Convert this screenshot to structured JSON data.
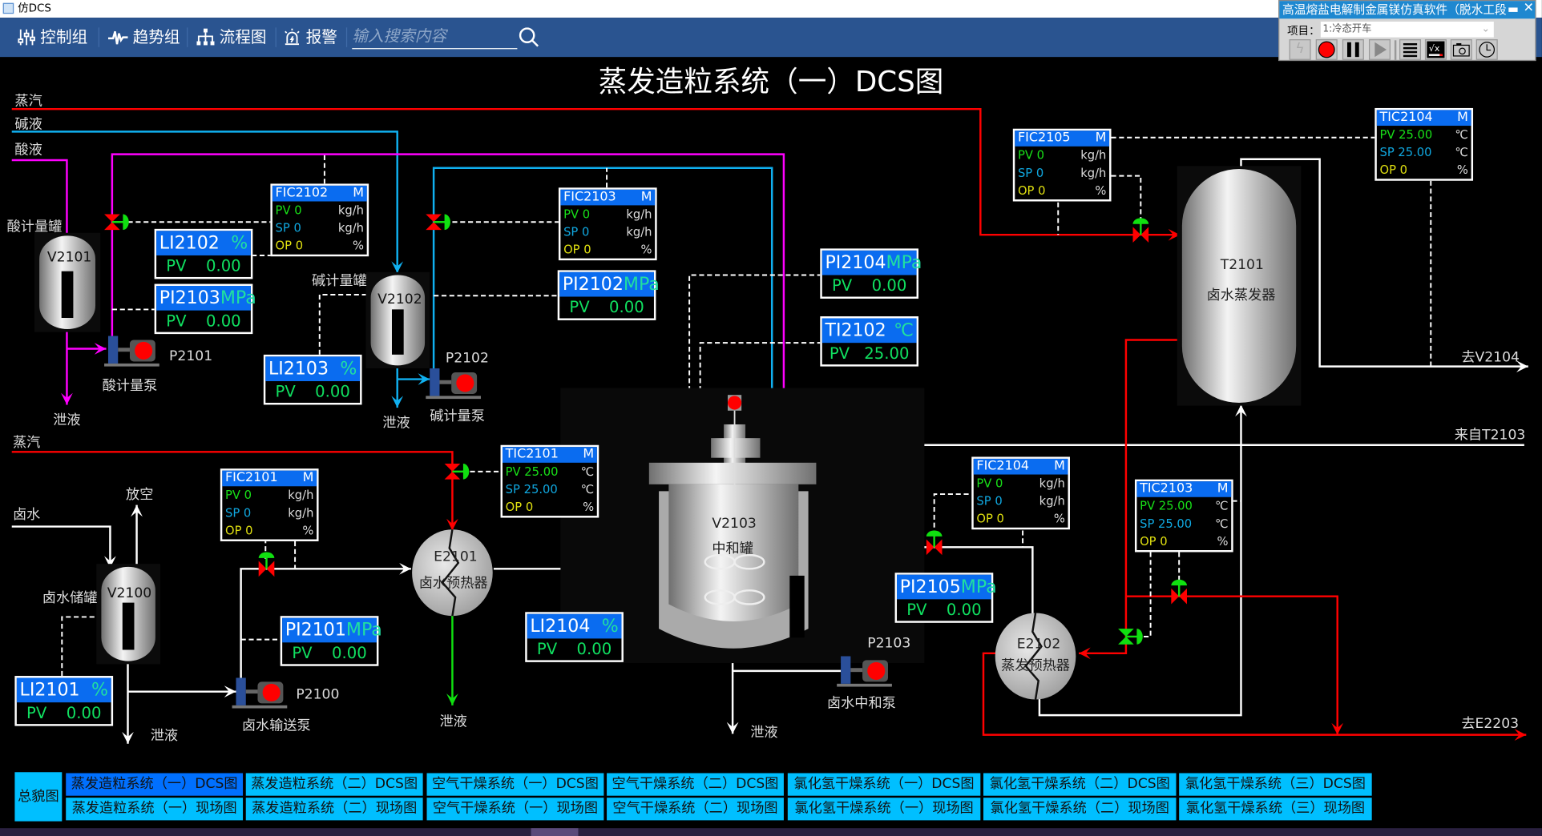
{
  "window": {
    "title": "仿DCS"
  },
  "toolbar": {
    "items": [
      {
        "label": "控制组",
        "icon": "sliders-icon"
      },
      {
        "label": "趋势组",
        "icon": "trend-icon"
      },
      {
        "label": "流程图",
        "icon": "flowchart-icon"
      },
      {
        "label": "报警",
        "icon": "alarm-icon"
      }
    ],
    "search_placeholder": "输入搜索内容"
  },
  "panel": {
    "title": "高温熔盐电解制金属镁仿真软件（脱水工段",
    "project_label": "项目：",
    "project_value": "1:冷态开车",
    "buttons": [
      "lightning",
      "record",
      "pause",
      "play",
      "list",
      "formula",
      "camera",
      "clock"
    ]
  },
  "page_title": "蒸发造粒系统（一）DCS图",
  "labels": {
    "steam_top": "蒸汽",
    "alkali": "碱液",
    "acid": "酸液",
    "acid_tank": "酸计量罐",
    "alkali_tank": "碱计量罐",
    "drain1": "泄液",
    "drain2": "泄液",
    "drain3": "泄液",
    "drain4": "泄液",
    "drain5": "泄液",
    "acid_pump": "酸计量泵",
    "alkali_pump": "碱计量泵",
    "steam_bottom": "蒸汽",
    "brine": "卤水",
    "vent": "放空",
    "brine_tank": "卤水储罐",
    "brine_pump": "卤水输送泵",
    "neutral_pump": "卤水中和泵",
    "to_v2104": "去V2104",
    "from_t2103": "来自T2103",
    "to_e2203": "去E2203",
    "P2101": "P2101",
    "P2102": "P2102",
    "P2100": "P2100",
    "P2103": "P2103",
    "V2101": "V2101",
    "V2102": "V2102",
    "V2100": "V2100",
    "T2101": "T2101",
    "T2101_name": "卤水蒸发器",
    "V2103": "V2103",
    "V2103_name": "中和罐",
    "E2101": "E2101",
    "E2101_name": "卤水预热器",
    "E2102": "E2102",
    "E2102_name": "蒸发预热器"
  },
  "controllers": [
    {
      "tag": "FIC2102",
      "mode": "M",
      "pv": "0",
      "sp": "0",
      "op": "0",
      "unit": "kg/h"
    },
    {
      "tag": "FIC2103",
      "mode": "M",
      "pv": "0",
      "sp": "0",
      "op": "0",
      "unit": "kg/h"
    },
    {
      "tag": "FIC2105",
      "mode": "M",
      "pv": "0",
      "sp": "0",
      "op": "0",
      "unit": "kg/h"
    },
    {
      "tag": "TIC2104",
      "mode": "M",
      "pv": "25.00",
      "sp": "25.00",
      "op": "0",
      "unit": "℃"
    },
    {
      "tag": "TIC2101",
      "mode": "M",
      "pv": "25.00",
      "sp": "25.00",
      "op": "0",
      "unit": "℃"
    },
    {
      "tag": "FIC2101",
      "mode": "M",
      "pv": "0",
      "sp": "0",
      "op": "0",
      "unit": "kg/h"
    },
    {
      "tag": "FIC2104",
      "mode": "M",
      "pv": "0",
      "sp": "0",
      "op": "0",
      "unit": "kg/h"
    },
    {
      "tag": "TIC2103",
      "mode": "M",
      "pv": "25.00",
      "sp": "25.00",
      "op": "0",
      "unit": "℃"
    }
  ],
  "indicators": [
    {
      "tag": "LI2102",
      "unit": "%",
      "pv": "0.00"
    },
    {
      "tag": "PI2103",
      "unit": "MPa",
      "pv": "0.00"
    },
    {
      "tag": "LI2103",
      "unit": "%",
      "pv": "0.00"
    },
    {
      "tag": "PI2102",
      "unit": "MPa",
      "pv": "0.00"
    },
    {
      "tag": "PI2104",
      "unit": "MPa",
      "pv": "0.00"
    },
    {
      "tag": "TI2102",
      "unit": "℃",
      "pv": "25.00"
    },
    {
      "tag": "LI2104",
      "unit": "%",
      "pv": "0.00"
    },
    {
      "tag": "PI2101",
      "unit": "MPa",
      "pv": "0.00"
    },
    {
      "tag": "PI2105",
      "unit": "MPa",
      "pv": "0.00"
    },
    {
      "tag": "LI2101",
      "unit": "%",
      "pv": "0.00"
    }
  ],
  "nav": {
    "overview": "总貌图",
    "dcs": [
      "蒸发造粒系统（一）DCS图",
      "蒸发造粒系统（二）DCS图",
      "空气干燥系统（一）DCS图",
      "空气干燥系统（二）DCS图",
      "氯化氢干燥系统（一）DCS图",
      "氯化氢干燥系统（二）DCS图",
      "氯化氢干燥系统（三）DCS图"
    ],
    "field": [
      "蒸发造粒系统（一）现场图",
      "蒸发造粒系统（二）现场图",
      "空气干燥系统（一）现场图",
      "空气干燥系统（二）现场图",
      "氯化氢干燥系统（一）现场图",
      "氯化氢干燥系统（二）现场图",
      "氯化氢干燥系统（三）现场图"
    ],
    "active": "蒸发造粒系统（一）DCS图"
  },
  "colors": {
    "steam": "#ff0000",
    "alkali": "#10b0f0",
    "acid": "#ff00ff",
    "brine": "#ffffff",
    "tag_header": "#0a6cf0",
    "nav": "#00bfff",
    "nav_active": "#0070ff",
    "toolbar": "#2a5490"
  }
}
